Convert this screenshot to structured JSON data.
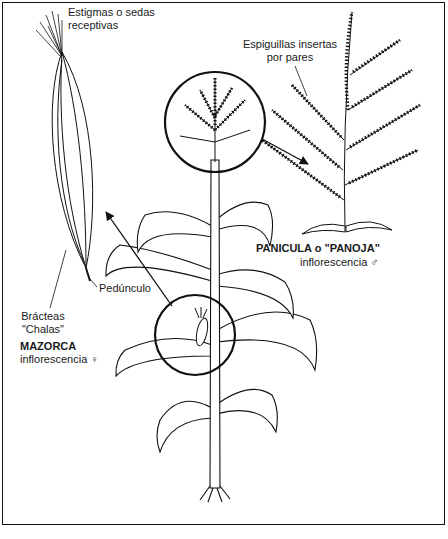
{
  "diagram": {
    "labels": [
      "Estigmas o sedas receptivas",
      "Espiguillas insertas por pares",
      "Brácteas \"Chalas\"",
      "Pedúnculo",
      "MAZORCA",
      "inflorescencia ♀",
      "PANICULA o \"PANOJA\"",
      "inflorescencia ♂"
    ]
  }
}
